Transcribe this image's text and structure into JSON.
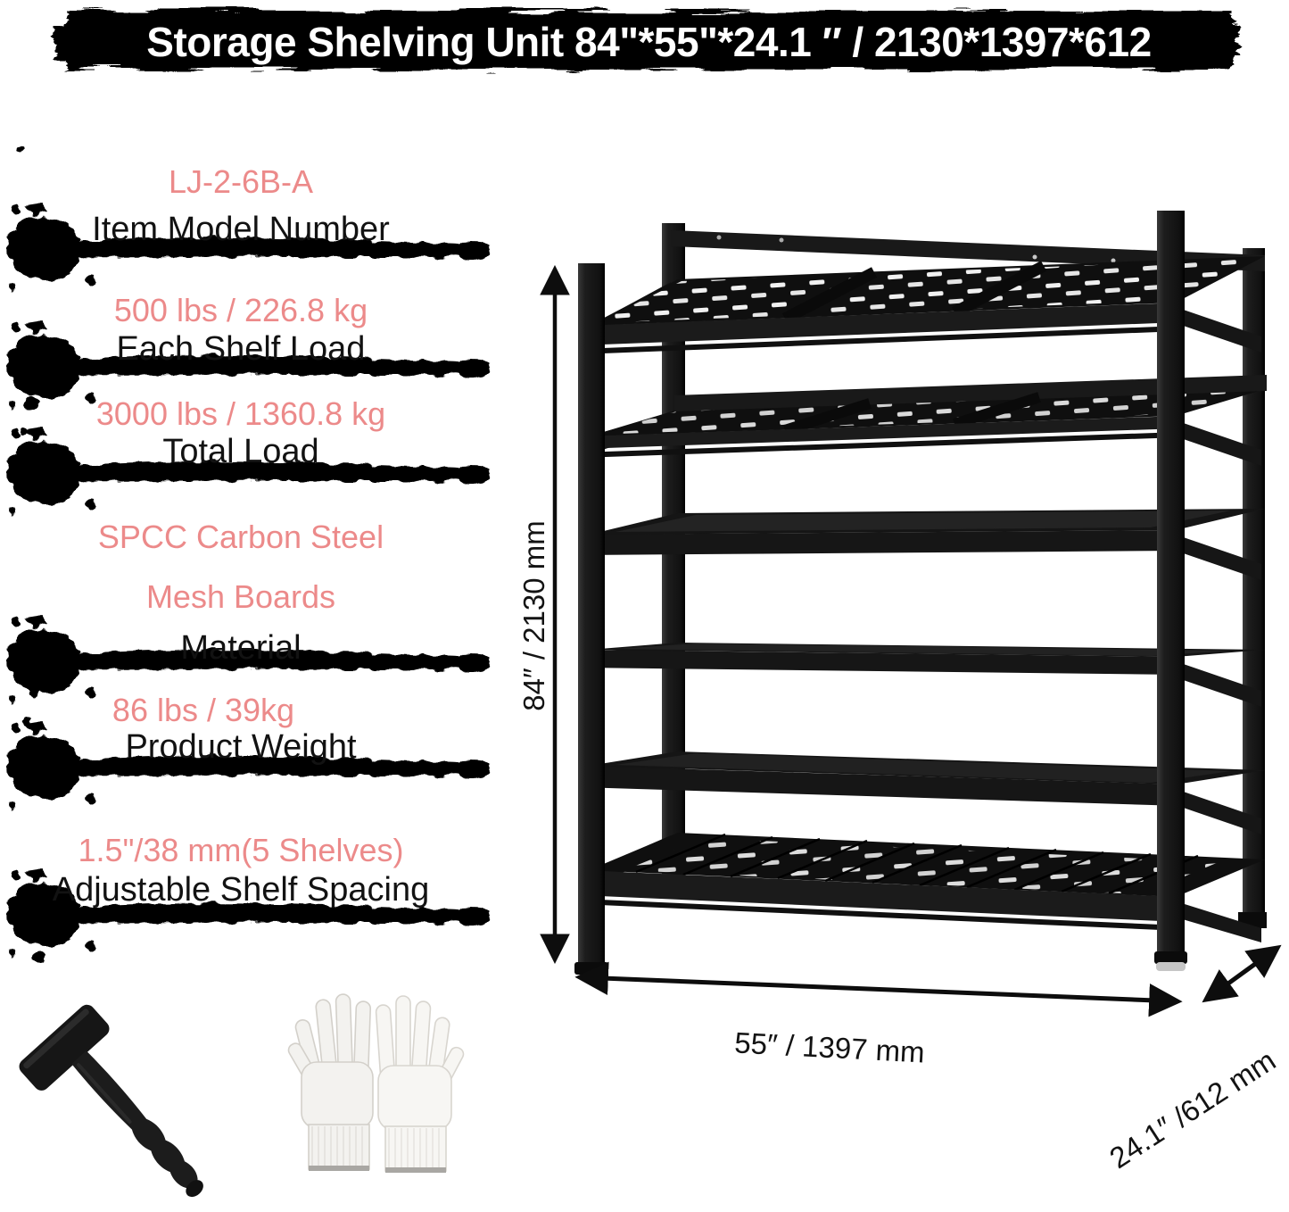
{
  "title": "Storage Shelving Unit 84\"*55\"*24.1 ″  / 2130*1397*612",
  "specs": [
    {
      "values": [
        "LJ-2-6B-A"
      ],
      "label": "Item Model Number"
    },
    {
      "values": [
        "500 lbs / 226.8 kg"
      ],
      "label": "Each Shelf Load"
    },
    {
      "values": [
        "3000 lbs / 1360.8 kg"
      ],
      "label": "Total Load"
    },
    {
      "values": [
        "SPCC Carbon Steel",
        "Mesh Boards"
      ],
      "label": "Material"
    },
    {
      "values": [
        "86 lbs / 39kg"
      ],
      "label": "Product Weight"
    },
    {
      "values": [
        "1.5\"/38 mm(5 Shelves)"
      ],
      "label": "Adjustable Shelf Spacing"
    }
  ],
  "dimensions": {
    "height_label": "84″  / 2130 mm",
    "width_label": "55″  / 1397 mm",
    "depth_label": "24.1″  /612 mm"
  },
  "colors": {
    "accent_pink": "#EC8A8A",
    "ink_black": "#000000",
    "steel_dark": "#151515",
    "banner_text": "#ffffff"
  },
  "icons": [
    {
      "name": "mallet-image",
      "meaning": "assembly rubber mallet"
    },
    {
      "name": "gloves-image",
      "meaning": "work gloves"
    }
  ]
}
